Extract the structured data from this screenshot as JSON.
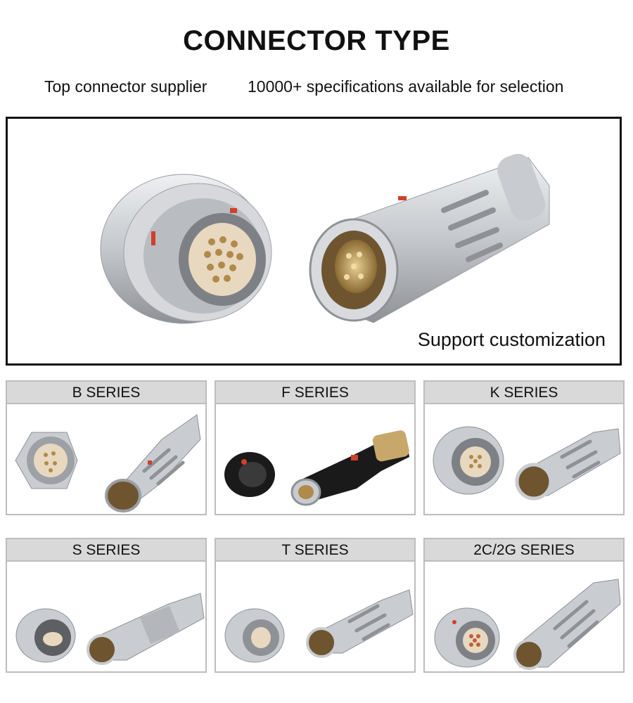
{
  "header": {
    "title": "CONNECTOR TYPE",
    "subtitle_left": "Top connector supplier",
    "subtitle_right": "10000+ specifications available for selection"
  },
  "hero": {
    "caption": "Support customization",
    "image": "metal-push-pull-connector-pair"
  },
  "series": [
    {
      "name": "B SERIES",
      "image": "b-series-connector-pair"
    },
    {
      "name": "F SERIES",
      "image": "f-series-connector-pair"
    },
    {
      "name": "K SERIES",
      "image": "k-series-connector-pair"
    },
    {
      "name": "S SERIES",
      "image": "s-series-connector-pair"
    },
    {
      "name": "T SERIES",
      "image": "t-series-connector-pair"
    },
    {
      "name": "2C/2G SERIES",
      "image": "2c-2g-series-connector-pair"
    }
  ],
  "colors": {
    "metal": "#c9ccd0",
    "metal_dark": "#8e9297",
    "pin_gold": "#c8a86a",
    "insert_beige": "#e8d8bf",
    "accent_red": "#d0402a",
    "black_body": "#1a1a1a",
    "header_gray": "#d9d9d9"
  }
}
